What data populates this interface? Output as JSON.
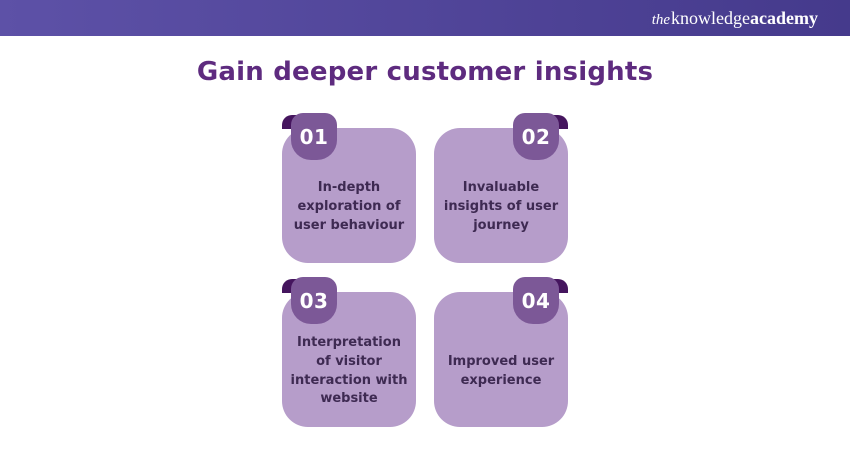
{
  "brand": {
    "logo_the": "the",
    "logo_knowledge": "knowledge",
    "logo_academy": "academy"
  },
  "header": {
    "title": "Gain deeper customer insights"
  },
  "cards": [
    {
      "number": "01",
      "text": "In-depth exploration of user behaviour",
      "badge_side": "left"
    },
    {
      "number": "02",
      "text": "Invaluable insights of user journey",
      "badge_side": "right"
    },
    {
      "number": "03",
      "text": "Interpretation of visitor interaction with website",
      "badge_side": "left"
    },
    {
      "number": "04",
      "text": "Improved user experience",
      "badge_side": "right"
    }
  ],
  "colors": {
    "topbar_gradient_left": "#5d51a7",
    "topbar_gradient_right": "#453a8c",
    "title_text": "#5e2b7f",
    "card_background": "#b69dca",
    "badge_background": "#7c5897",
    "badge_fold": "#45155e",
    "card_text": "#3e2a52",
    "logo_text": "#ffffff",
    "page_background": "#ffffff"
  }
}
